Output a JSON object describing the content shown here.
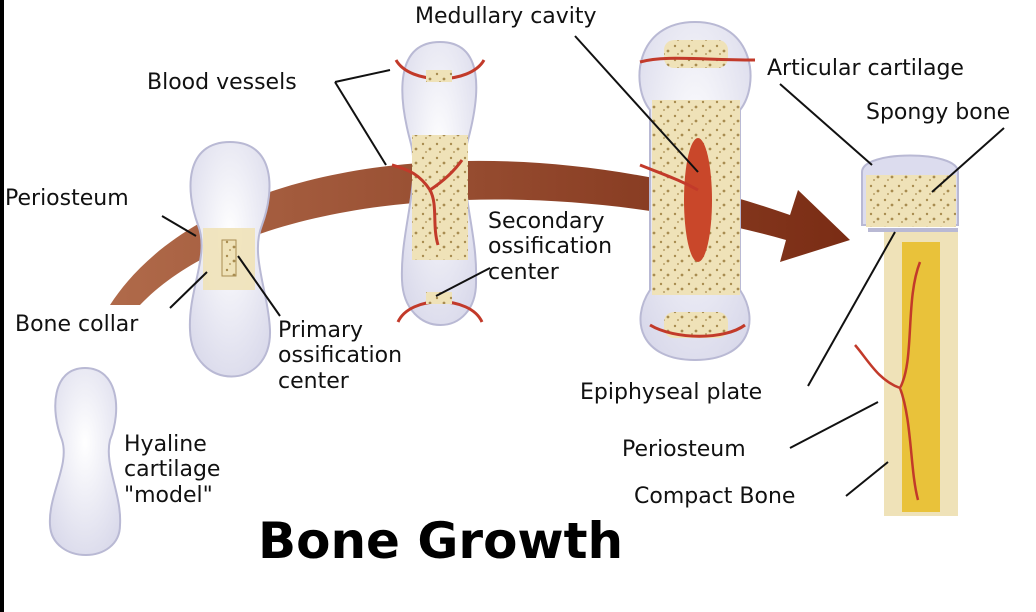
{
  "title": "Bone Growth",
  "labels": {
    "medullary_cavity": "Medullary cavity",
    "blood_vessels": "Blood vessels",
    "articular_cartilage": "Articular cartilage",
    "spongy_bone": "Spongy bone",
    "periosteum_left": "Periosteum",
    "secondary_ossification": [
      "Secondary",
      "ossification",
      "center"
    ],
    "bone_collar": "Bone collar",
    "primary_ossification": [
      "Primary",
      "ossification",
      "center"
    ],
    "epiphyseal_plate": "Epiphyseal plate",
    "hyaline_cartilage": [
      "Hyaline",
      "cartilage",
      "\"model\""
    ],
    "periosteum_right": "Periosteum",
    "compact_bone": "Compact Bone"
  },
  "colors": {
    "arrow": "#8a3a1e",
    "cartilage": "#e8e8f4",
    "bone": "#efe2b8",
    "vessel": "#c23a2a",
    "marrow": "#e9c23a"
  }
}
